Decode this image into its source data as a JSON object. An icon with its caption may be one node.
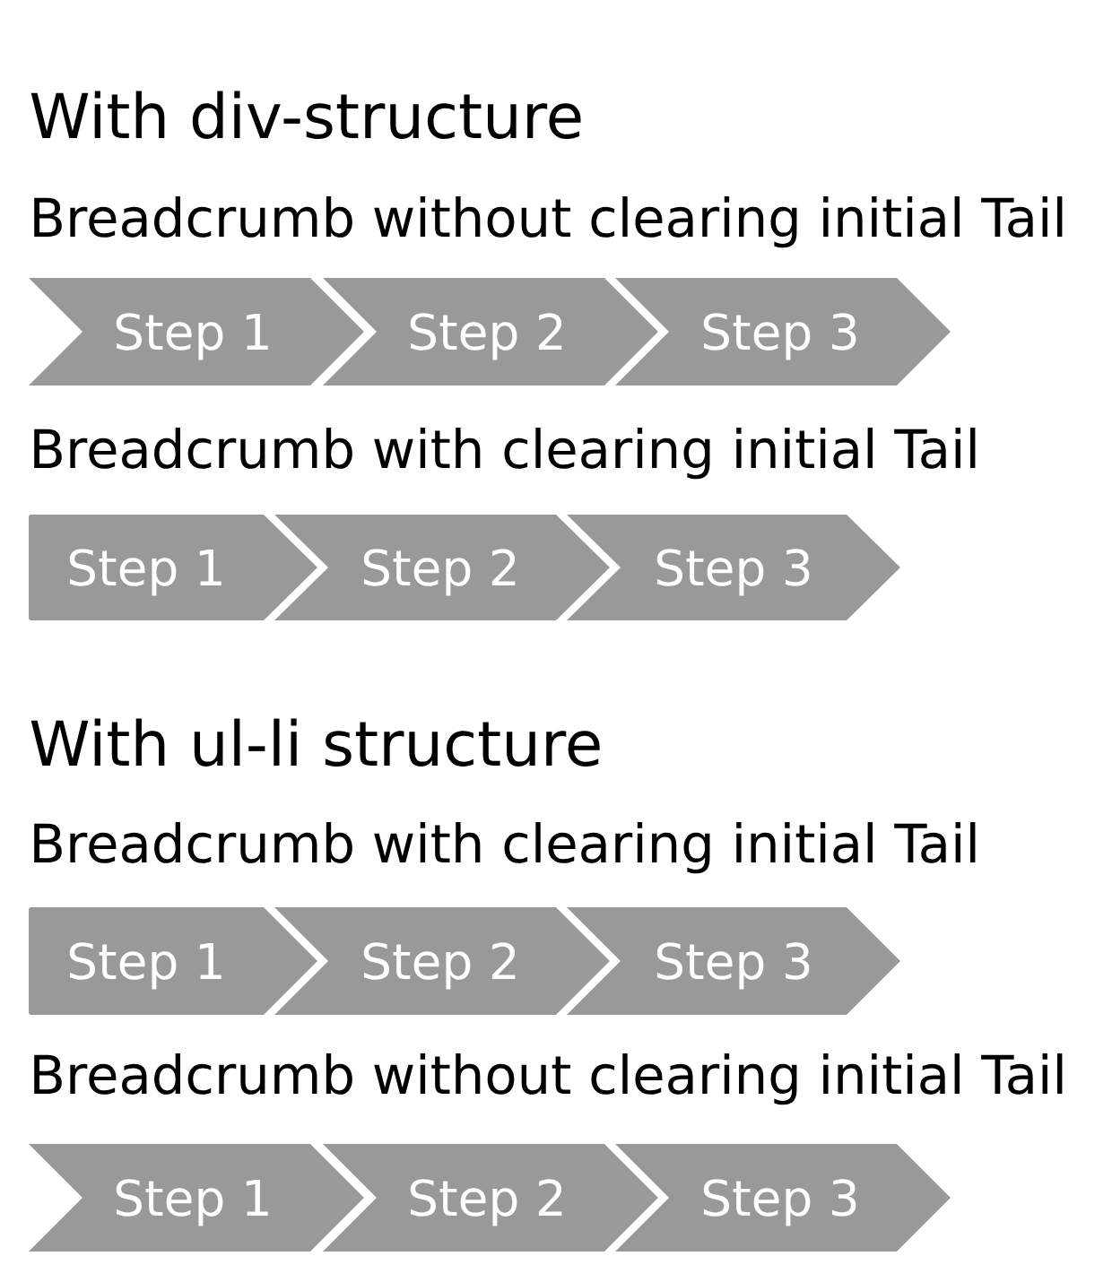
{
  "diagram": {
    "nodes": [
      {
        "text": [
          "Step 1"
        ]
      },
      {
        "text": [
          "Step 2"
        ]
      },
      {
        "text": [
          "Step 3"
        ]
      },
      {
        "text": [
          "Step 1"
        ]
      },
      {
        "text": [
          "Step 2"
        ]
      },
      {
        "text": [
          "Step 3"
        ]
      },
      {
        "text": [
          "Step 1"
        ]
      },
      {
        "text": [
          "Step 2"
        ]
      },
      {
        "text": [
          "Step 3"
        ]
      },
      {
        "text": [
          "Step 1"
        ]
      },
      {
        "text": [
          "Step 2"
        ]
      },
      {
        "text": [
          "Step 3"
        ]
      }
    ],
    "labels": [
      "With div-structure",
      "Breadcrumb without clearing initial Tail",
      "Breadcrumb with clearing initial Tail",
      "With ul-li structure",
      "Breadcrumb with clearing initial Tail",
      "Breadcrumb without clearing initial Tail"
    ]
  }
}
